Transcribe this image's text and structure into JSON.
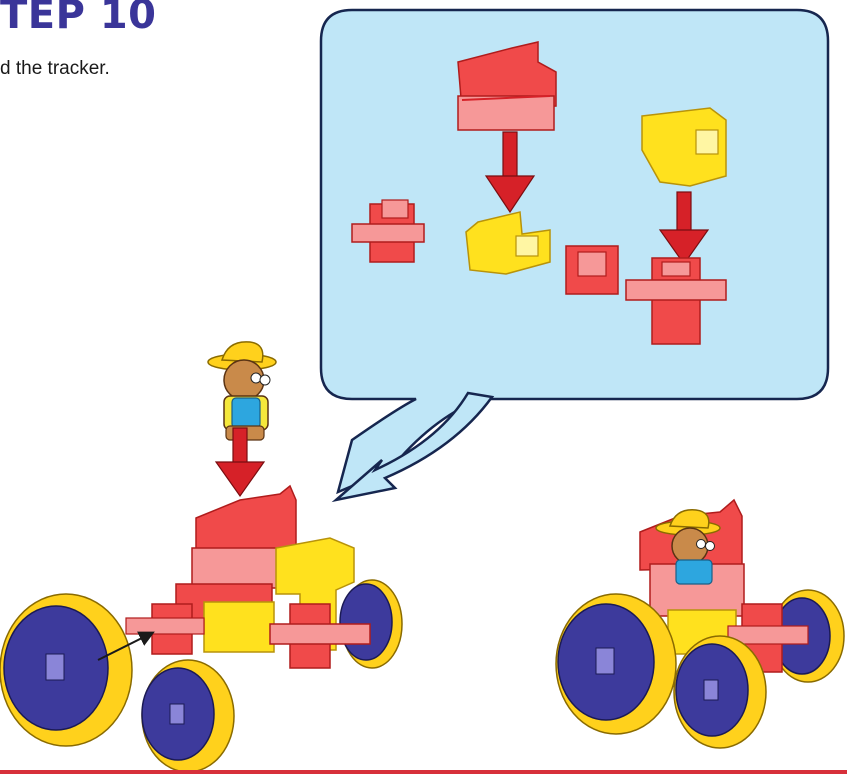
{
  "step": {
    "title": "TEP 10",
    "instruction": "d the tracker."
  },
  "colors": {
    "title": "#3a3599",
    "text": "#1a1a1a",
    "callout_fill": "#bfe6f7",
    "callout_stroke": "#16264f",
    "arrow_red": "#d62128",
    "rule_red": "#d7303a",
    "piece_red": "#f04a4a",
    "piece_red_light": "#f69898",
    "piece_yellow": "#ffe11e",
    "wheel_blue": "#3d3a9c",
    "wheel_yellow": "#ffd11c",
    "figure_skin": "#c98a4a",
    "figure_shirt": "#f5e73b",
    "figure_overall": "#2da6df"
  },
  "icons": {
    "callout": "callout-bubble",
    "assembly_arrow": "down-arrow-icon",
    "attach_arrow": "connector-arrow-icon",
    "figure": "toy-figure-icon"
  }
}
